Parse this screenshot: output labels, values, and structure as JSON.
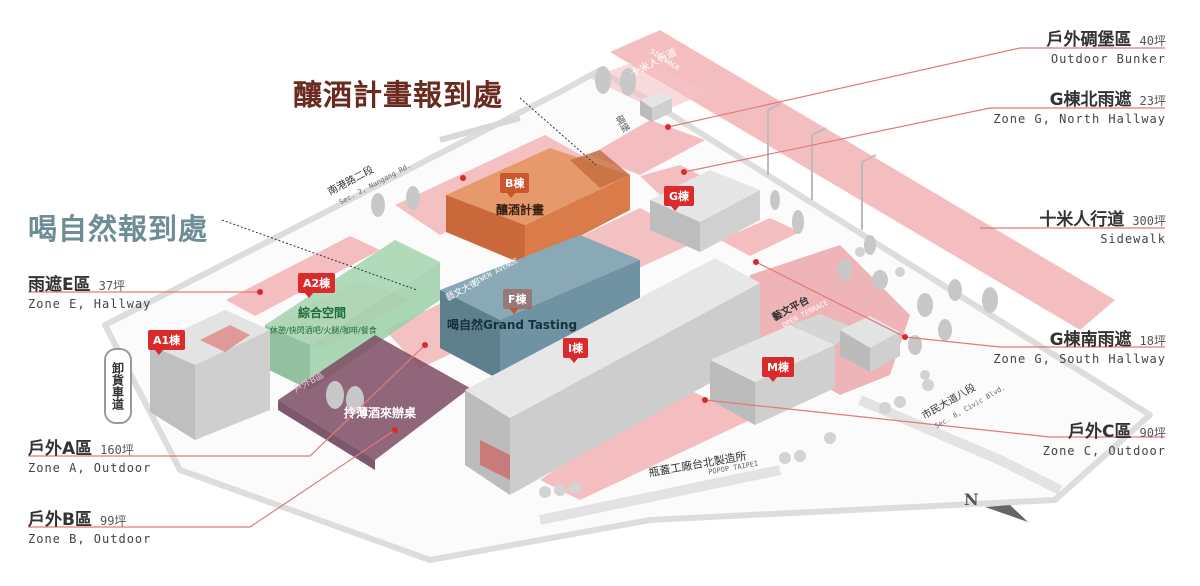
{
  "headlines": {
    "brewing_checkin": "釀酒計畫報到處",
    "drink_natural_checkin": "喝自然報到處"
  },
  "zones_right": [
    {
      "id": "bunker",
      "zh": "戶外碉堡區",
      "area": "40坪",
      "en": "Outdoor Bunker"
    },
    {
      "id": "g-north",
      "zh": "G棟北雨遮",
      "area": "23坪",
      "en": "Zone G, North Hallway"
    },
    {
      "id": "sidewalk",
      "zh": "十米人行道",
      "area": "300坪",
      "en": "Sidewalk"
    },
    {
      "id": "g-south",
      "zh": "G棟南雨遮",
      "area": "18坪",
      "en": "Zone G, South Hallway"
    },
    {
      "id": "zone-c",
      "zh": "戶外C區",
      "area": "90坪",
      "en": "Zone C, Outdoor"
    }
  ],
  "zones_left": [
    {
      "id": "zone-e",
      "zh": "雨遮E區",
      "area": "37坪",
      "en": "Zone E, Hallway"
    },
    {
      "id": "zone-a",
      "zh": "戶外A區",
      "area": "160坪",
      "en": "Zone A, Outdoor"
    },
    {
      "id": "zone-b",
      "zh": "戶外B區",
      "area": "99坪",
      "en": "Zone B, Outdoor"
    }
  ],
  "buildings": {
    "a1": "A1棟",
    "a2": "A2棟",
    "b": "B棟",
    "f": "F棟",
    "g": "G棟",
    "i": "I棟",
    "m": "M棟"
  },
  "venues": {
    "b_label": "釀酒計畫",
    "a2_label": "綜合空間",
    "a2_sub": "休憩/快閃酒吧/火腿/咖啡/餐食",
    "f_label": "喝自然Grand Tasting",
    "purple_label": "拎薄酒來辦桌",
    "purple_small": "戶外B區",
    "purple_small_en": "OUTDOOR ZONE",
    "terrace_zh": "藝文平台",
    "terrace_en": "OPEN TERRACE",
    "unloading": "卸貨車道",
    "bunker_small": "碉堡"
  },
  "roads": {
    "sidewalk_zh": "十米人行道",
    "sidewalk_en": "SIDEWALK",
    "nangang_zh": "南港路二段",
    "nangang_en": "Sec. 2, Nangang Rd.",
    "yiwen_zh": "藝文大街",
    "yiwen_en": "YIWEN AVENUE",
    "popop_zh": "瓶蓋工廠台北製造所",
    "popop_en": "POPOP TAIPEI",
    "civic_zh": "市民大道八段",
    "civic_en": "Sec. 8, Civic Blvd."
  },
  "compass": "N",
  "colors": {
    "zone_red": "#e8888c",
    "zone_red_fill": "#f2b3b5",
    "brand_red": "#d92b2b",
    "brewing_brown": "#6b2a1f",
    "drink_blue": "#6f8d96",
    "b_orange": "#d97c4a",
    "a2_green": "#9ccfa8",
    "f_blue": "#6f93a2",
    "purple": "#7d4b63"
  }
}
